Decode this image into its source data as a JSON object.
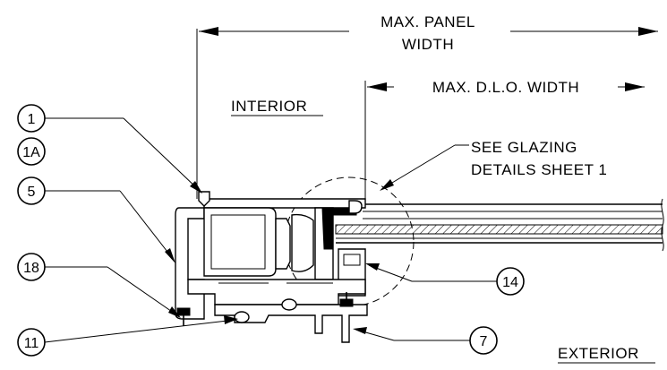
{
  "labels": {
    "max_panel_line1": "MAX. PANEL",
    "max_panel_line2": "WIDTH",
    "max_dlo": "MAX. D.L.O. WIDTH",
    "interior": "INTERIOR",
    "exterior": "EXTERIOR",
    "see_glazing_line1": "SEE GLAZING",
    "see_glazing_line2": "DETAILS SHEET 1"
  },
  "callouts": [
    "1",
    "1A",
    "5",
    "18",
    "11",
    "14",
    "7"
  ]
}
